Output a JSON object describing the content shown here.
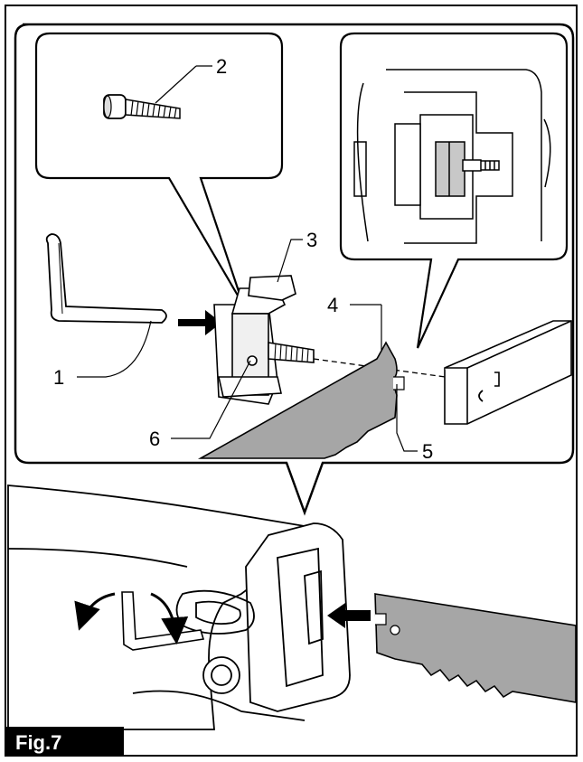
{
  "figure_label": "Fig.7",
  "callouts": [
    {
      "id": "1",
      "label": "1"
    },
    {
      "id": "2",
      "label": "2"
    },
    {
      "id": "3",
      "label": "3"
    },
    {
      "id": "4",
      "label": "4"
    },
    {
      "id": "5",
      "label": "5"
    },
    {
      "id": "6",
      "label": "6"
    }
  ],
  "colors": {
    "line": "#000000",
    "blade": "#a6a6a6",
    "background": "#ffffff",
    "label_bg": "#000000",
    "label_text": "#ffffff"
  },
  "icons": [
    "hex-wrench-icon",
    "bolt-icon",
    "blade-clamp-icon",
    "saw-blade-icon",
    "direction-arrow-icon",
    "rotation-arrow-icon"
  ]
}
